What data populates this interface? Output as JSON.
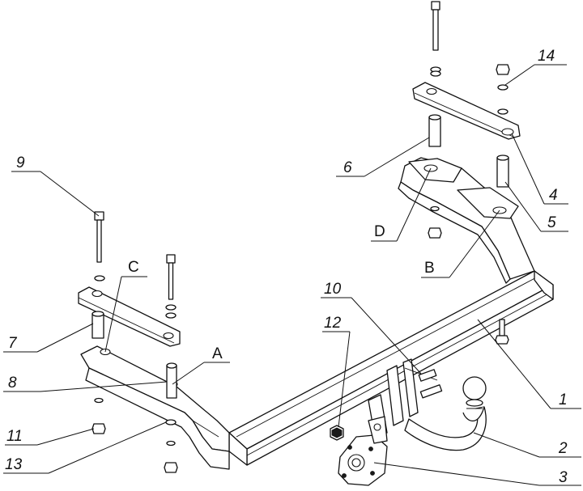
{
  "callouts": {
    "c1": "1",
    "c2": "2",
    "c3": "3",
    "c4": "4",
    "c5": "5",
    "c6": "6",
    "c7": "7",
    "c8": "8",
    "c9": "9",
    "c10": "10",
    "c11": "11",
    "c12": "12",
    "c13": "13",
    "c14": "14",
    "cA": "A",
    "cB": "B",
    "cC": "C",
    "cD": "D"
  }
}
